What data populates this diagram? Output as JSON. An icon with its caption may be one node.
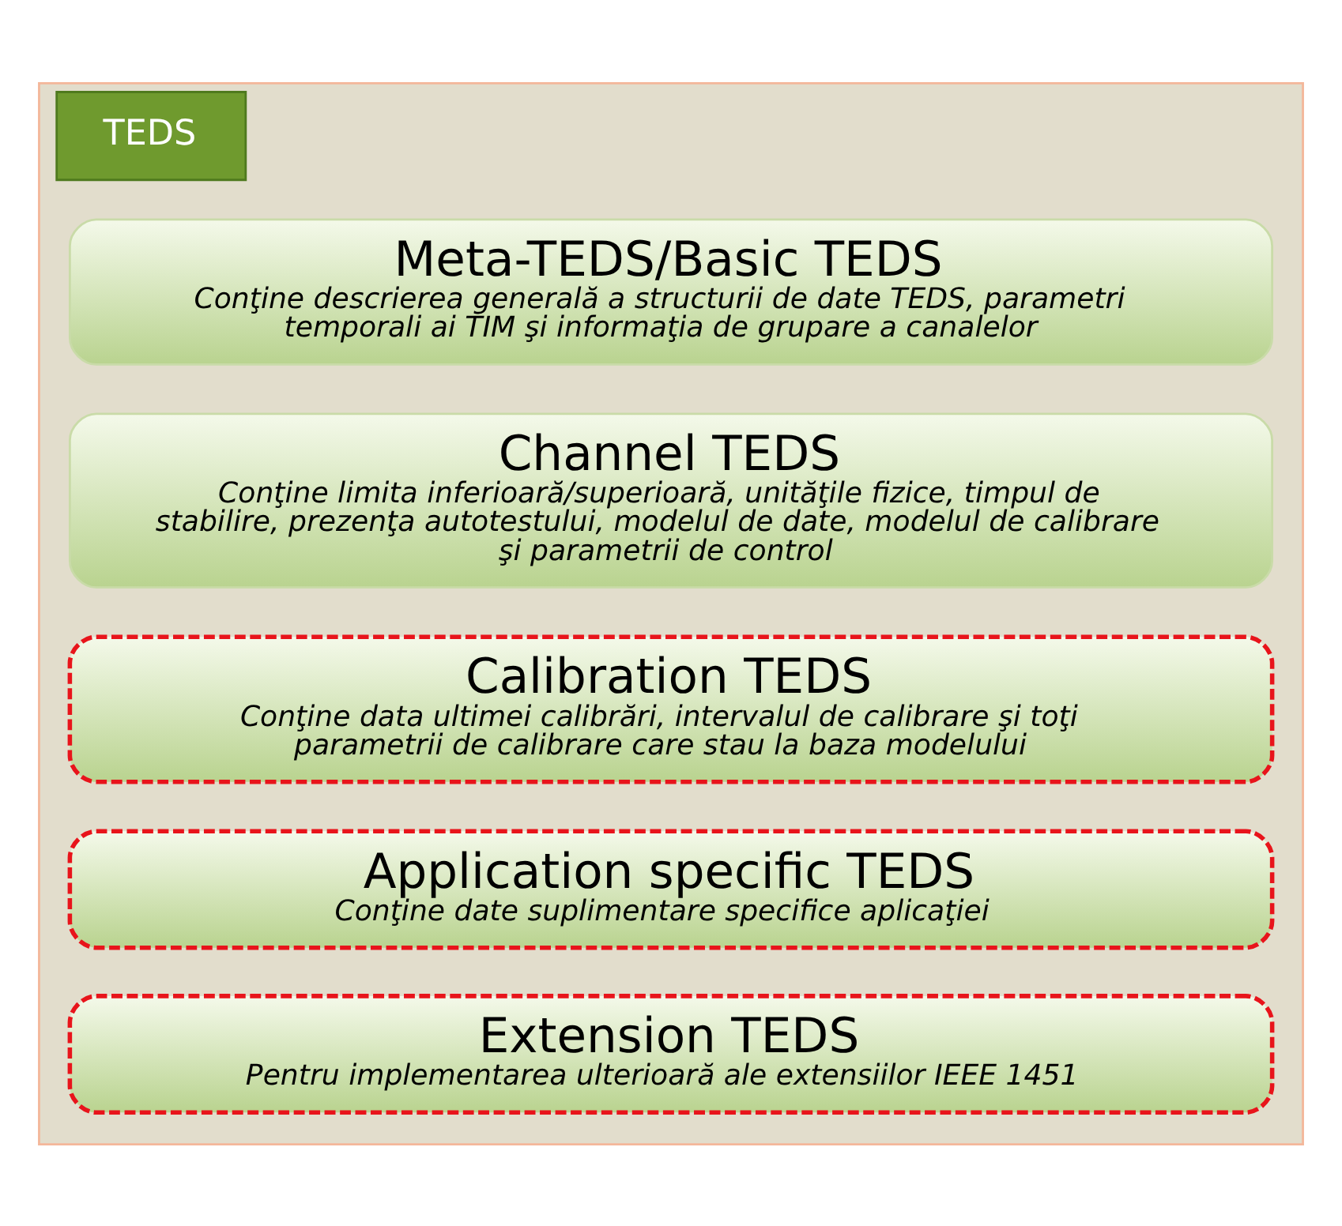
{
  "diagram": {
    "nodes": [
      {
        "text": [
          "TEDS"
        ]
      },
      {
        "text": [
          "Meta-TEDS/Basic TEDS",
          "Conţine descrierea generală a structurii de date TEDS, parametri temporali ai TIM şi informaţia de grupare a canalelor"
        ],
        "in": 0
      },
      {
        "text": [
          "Channel TEDS",
          "Conţine limita inferioară/superioară, unităţile fizice, timpul de stabilire, prezenţa autotestului, modelul de date, modelul de calibrare şi parametrii de control"
        ],
        "in": 0
      },
      {
        "text": [
          "Calibration TEDS",
          "Conţine data ultimei calibrări, intervalul de calibrare şi toţi parametrii de calibrare care stau la baza modelului"
        ],
        "in": 0
      },
      {
        "text": [
          "Application specific TEDS",
          "Conţine date suplimentare specifice aplicaţiei"
        ],
        "in": 0
      },
      {
        "text": [
          "Extension TEDS",
          "Pentru implementarea ulterioară ale extensiilor IEEE 1451"
        ],
        "in": 0
      }
    ],
    "edges": []
  }
}
